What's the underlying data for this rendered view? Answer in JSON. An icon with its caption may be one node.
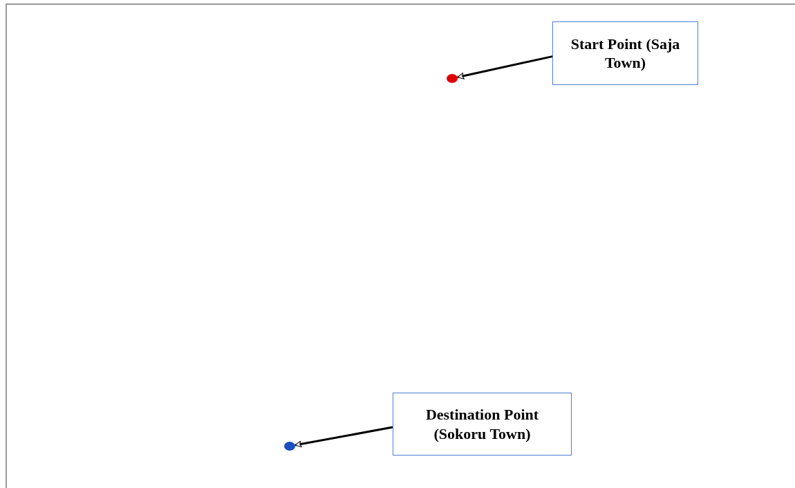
{
  "diagram": {
    "nodes": [
      {
        "text": [
          "Start Point (Saja Town)"
        ]
      },
      {
        "text": [],
        "shape": "circle"
      },
      {
        "text": [
          "Destination Point (Sokoru Town)"
        ]
      },
      {
        "text": [],
        "shape": "circle"
      }
    ],
    "edges": [
      {
        "from": 0,
        "to": 1,
        "arrow": "to"
      },
      {
        "from": 2,
        "to": 3,
        "arrow": "to"
      }
    ]
  }
}
